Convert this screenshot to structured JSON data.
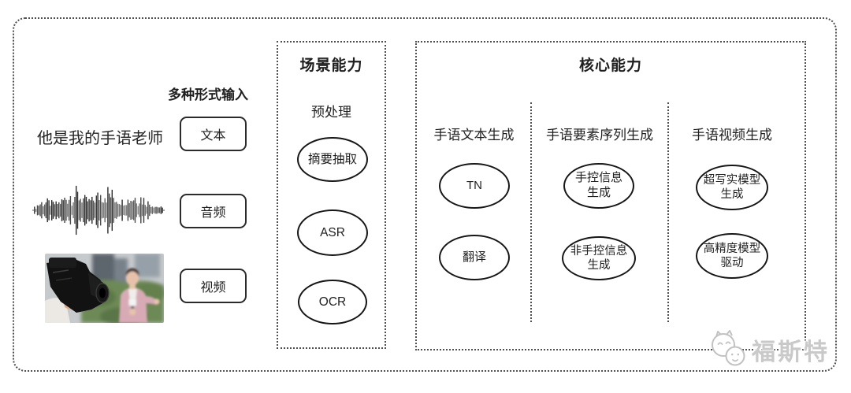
{
  "input_section": {
    "heading": "多种形式输入",
    "sentence": "他是我的手语老师",
    "items": [
      {
        "label": "文本"
      },
      {
        "label": "音频"
      },
      {
        "label": "视频"
      }
    ]
  },
  "scene_box": {
    "title": "场景能力",
    "subtitle": "预处理",
    "nodes": [
      {
        "label": "摘要抽取"
      },
      {
        "label": "ASR"
      },
      {
        "label": "OCR"
      }
    ]
  },
  "core_box": {
    "title": "核心能力",
    "columns": [
      {
        "header": "手语文本生成",
        "nodes": [
          {
            "label": "TN"
          },
          {
            "label": "翻译"
          }
        ]
      },
      {
        "header": "手语要素序列生成",
        "nodes": [
          {
            "label": "手控信息\n生成"
          },
          {
            "label": "非手控信息\n生成"
          }
        ]
      },
      {
        "header": "手语视频生成",
        "nodes": [
          {
            "label": "超写实模型\n生成"
          },
          {
            "label": "高精度模型\n驱动"
          }
        ]
      }
    ]
  },
  "watermark": {
    "text": "福斯特",
    "logo": "two-face-mascot-icon"
  },
  "colors": {
    "stroke": "#161616",
    "dotted_border": "#4f4f4f",
    "box_border": "#2b2b2b",
    "watermark": "#c9c9c9"
  }
}
